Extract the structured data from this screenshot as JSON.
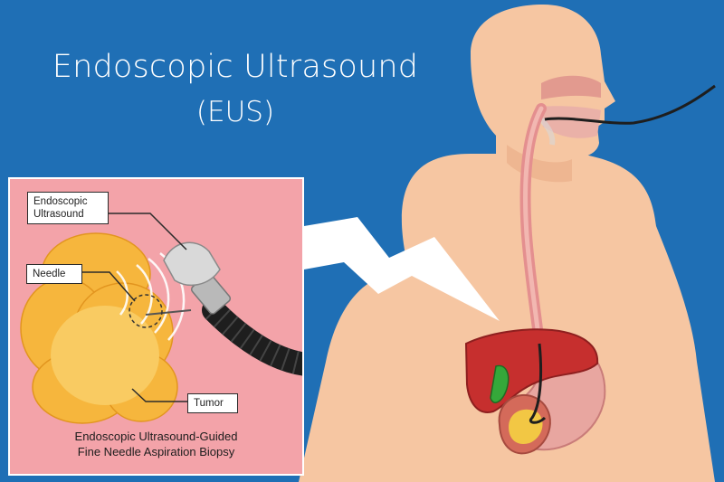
{
  "title": {
    "line1": "Endoscopic Ultrasound",
    "line2": "(EUS)"
  },
  "inset": {
    "labels": {
      "endoscopic_ultrasound": "Endoscopic Ultrasound",
      "needle": "Needle",
      "tumor": "Tumor"
    },
    "caption": {
      "line1": "Endoscopic Ultrasound-Guided",
      "line2": "Fine Needle Aspiration Biopsy"
    }
  },
  "colors": {
    "background": "#1f6fb5",
    "skin": "#f6c6a2",
    "skin_shadow": "#e9ab86",
    "inset_background": "#f3a3a9",
    "liver": "#c62f2e",
    "stomach": "#e8a6a0",
    "gallbladder": "#35a83a",
    "tumor": "#f6b63d",
    "scope": "#1e1e1e"
  }
}
